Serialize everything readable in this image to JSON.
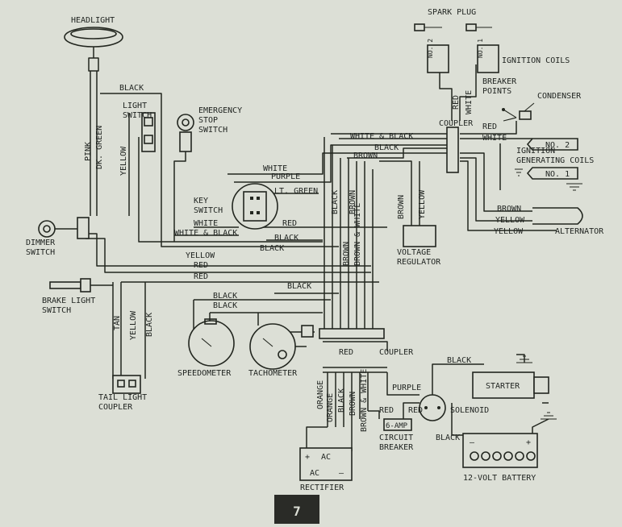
{
  "labels": {
    "headlight": "HEADLIGHT",
    "light_switch_1": "LIGHT",
    "light_switch_2": "SWITCH",
    "emergency_1": "EMERGENCY",
    "emergency_2": "STOP",
    "emergency_3": "SWITCH",
    "key_switch_1": "KEY",
    "key_switch_2": "SWITCH",
    "dimmer_1": "DIMMER",
    "dimmer_2": "SWITCH",
    "brake_1": "BRAKE LIGHT",
    "brake_2": "SWITCH",
    "tail_1": "TAIL LIGHT",
    "tail_2": "COUPLER",
    "speedometer": "SPEEDOMETER",
    "tachometer": "TACHOMETER",
    "coupler_mid": "COUPLER",
    "coupler_top": "COUPLER",
    "spark_plug": "SPARK PLUG",
    "ignition_coils": "IGNITION COILS",
    "no2": "NO. 2",
    "no1": "NO. 1",
    "breaker_1": "BREAKER",
    "breaker_2": "POINTS",
    "condenser": "CONDENSER",
    "gen_coils_1": "IGNITION",
    "gen_coils_2": "GENERATING COILS",
    "alternator": "ALTERNATOR",
    "voltage_1": "VOLTAGE",
    "voltage_2": "REGULATOR",
    "starter": "STARTER",
    "solenoid": "SOLENOID",
    "circuit_1": "CIRCUIT",
    "circuit_2": "BREAKER",
    "amp": "6-AMP",
    "battery": "12-VOLT BATTERY",
    "rectifier": "RECTIFIER",
    "ac": "AC",
    "plus": "+",
    "minus": "–",
    "page_number": "7"
  },
  "wires": {
    "black": "BLACK",
    "pink": "PINK",
    "dk_green": "DK. GREEN",
    "yellow": "YELLOW",
    "white": "WHITE",
    "purple": "PURPLE",
    "lt_green": "LT. GREEN",
    "red": "RED",
    "white_black": "WHITE & BLACK",
    "brown": "BROWN",
    "brown_white": "BROWN & WHITE",
    "tan": "TAN",
    "orange": "ORANGE"
  },
  "colors": {
    "paper": "#dcdfd6",
    "ink": "#22261f",
    "page_tab": "#2a2b27"
  }
}
